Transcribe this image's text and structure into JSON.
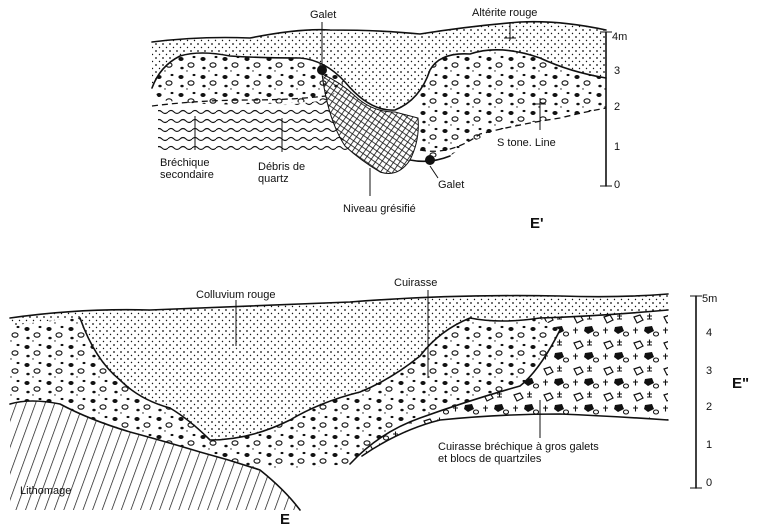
{
  "upper_section": {
    "labels": {
      "galet_top": "Galet",
      "alterite": "Altérite rouge",
      "stone_line": "S tone. Line",
      "galet_bottom": "Galet",
      "niveau": "Niveau grésifié",
      "brechique": "Bréchique\nsecondaire",
      "debris": "Débris de\nquartz"
    },
    "scale": {
      "ticks": [
        "4m",
        "3",
        "2",
        "1",
        "0"
      ]
    },
    "section_id": "E'"
  },
  "lower_section": {
    "labels": {
      "colluvium": "Colluvium rouge",
      "cuirasse": "Cuirasse",
      "cuirasse_brechique": "Cuirasse bréchique à gros galets\net blocs de quartziles",
      "lithomarge": "Lithomage"
    },
    "scale": {
      "ticks": [
        "5m",
        "4",
        "3",
        "2",
        "1",
        "0"
      ]
    },
    "section_id_right": "E\"",
    "section_id_bottom": "E"
  },
  "colors": {
    "ink": "#111111",
    "paper": "#ffffff"
  }
}
